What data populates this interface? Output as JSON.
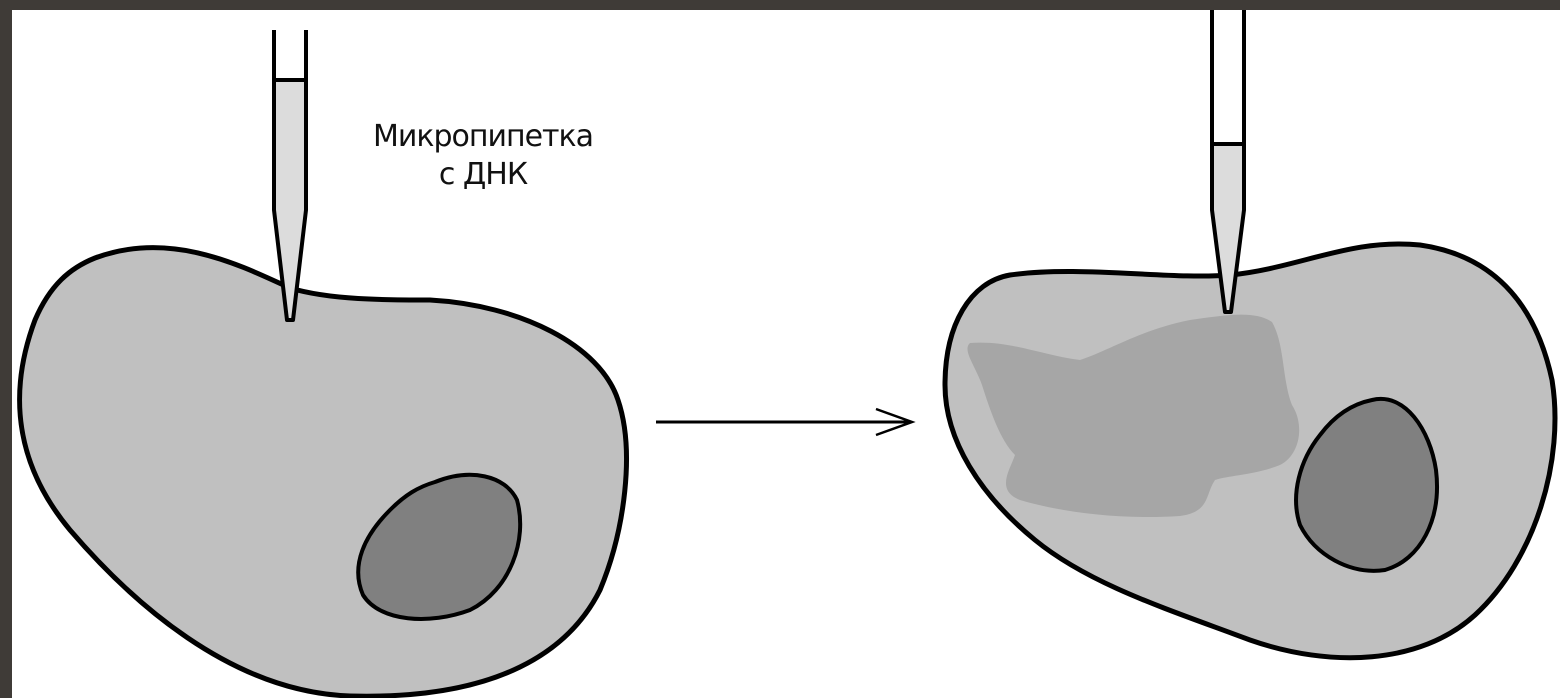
{
  "diagram": {
    "label": {
      "line1": "Микропипетка",
      "line2": "с ДНК"
    },
    "colors": {
      "frame": "#3f3b37",
      "background": "#ffffff",
      "cytoplasm": "#c0c0c0",
      "nucleus": "#808080",
      "injected_dna": "#a6a6a6",
      "pipette_fill": "#dcdcdc",
      "outline": "#000000"
    },
    "elements": [
      "cell-before-injection",
      "nucleus-before",
      "micropipette-with-dna",
      "arrow-right",
      "cell-after-injection",
      "nucleus-after",
      "injected-dna-region",
      "micropipette-empty"
    ]
  }
}
